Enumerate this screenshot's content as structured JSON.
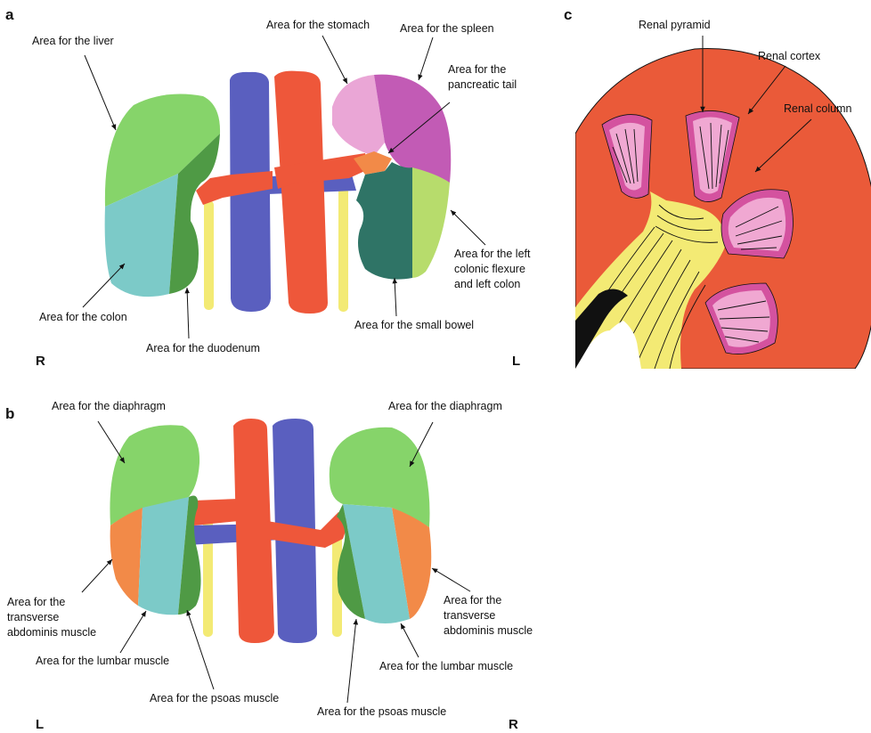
{
  "panels": {
    "a": {
      "letter": "a",
      "labels": {
        "liver": "Area for the liver",
        "stomach": "Area for the stomach",
        "spleen": "Area for the spleen",
        "pancreatic_tail_1": "Area for the",
        "pancreatic_tail_2": "pancreatic tail",
        "left_colon_1": "Area for the left",
        "left_colon_2": "colonic flexure",
        "left_colon_3": "and left colon",
        "colon": "Area for the colon",
        "duodenum": "Area for the duodenum",
        "small_bowel": "Area for the small bowel"
      },
      "side_left": "R",
      "side_right": "L"
    },
    "b": {
      "letter": "b",
      "labels": {
        "diaphragm_left": "Area for the diaphragm",
        "diaphragm_right": "Area for the diaphragm",
        "transverse_left_1": "Area for the",
        "transverse_left_2": "transverse",
        "transverse_left_3": "abdominis muscle",
        "transverse_right_1": "Area for the",
        "transverse_right_2": "transverse",
        "transverse_right_3": "abdominis muscle",
        "lumbar_left": "Area for the lumbar muscle",
        "lumbar_right": "Area for the lumbar muscle",
        "psoas_left": "Area for the psoas muscle",
        "psoas_right": "Area for the psoas muscle"
      },
      "side_left": "L",
      "side_right": "R"
    },
    "c": {
      "letter": "c",
      "labels": {
        "pyramid": "Renal pyramid",
        "cortex": "Renal cortex",
        "column": "Renal column"
      }
    }
  },
  "colors": {
    "liver_diaphragm": "#86d46a",
    "colon": "#7ccac8",
    "duodenum_psoas": "#4f9a45",
    "vena_cava": "#5a5fbf",
    "aorta_renal": "#ee573a",
    "ureter": "#f3ea74",
    "stomach": "#eaa6d6",
    "spleen": "#c25bb5",
    "pancreas": "#f28a48",
    "small_bowel": "#2f7466",
    "left_colon": "#b7dc6c",
    "transverse_abdominis": "#f28a48",
    "lumbar": "#7ccac8",
    "cortex": "#ea5a39",
    "pyramid_rim": "#d4529f",
    "pyramid_core": "#f0a8d2",
    "pelvis": "#f3ea74"
  }
}
